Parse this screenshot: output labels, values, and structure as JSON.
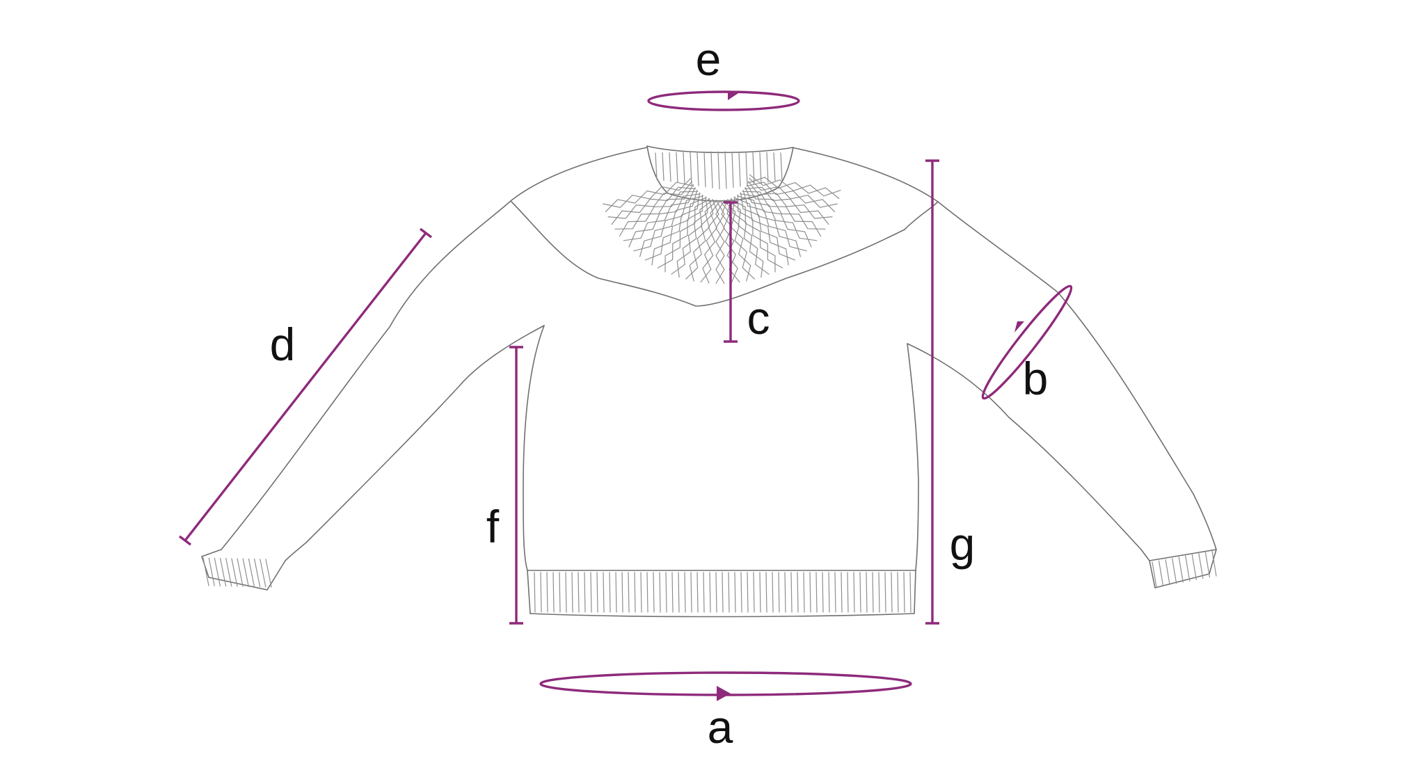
{
  "diagram": {
    "accent_color": "#8e2a7b",
    "line_color": "#6f6f6f",
    "subject": "sweater-sketch",
    "measurements": [
      {
        "id": "a",
        "label": "a",
        "kind": "circumference"
      },
      {
        "id": "b",
        "label": "b",
        "kind": "circumference"
      },
      {
        "id": "c",
        "label": "c",
        "kind": "length"
      },
      {
        "id": "d",
        "label": "d",
        "kind": "length"
      },
      {
        "id": "e",
        "label": "e",
        "kind": "circumference"
      },
      {
        "id": "f",
        "label": "f",
        "kind": "length"
      },
      {
        "id": "g",
        "label": "g",
        "kind": "length"
      }
    ]
  }
}
